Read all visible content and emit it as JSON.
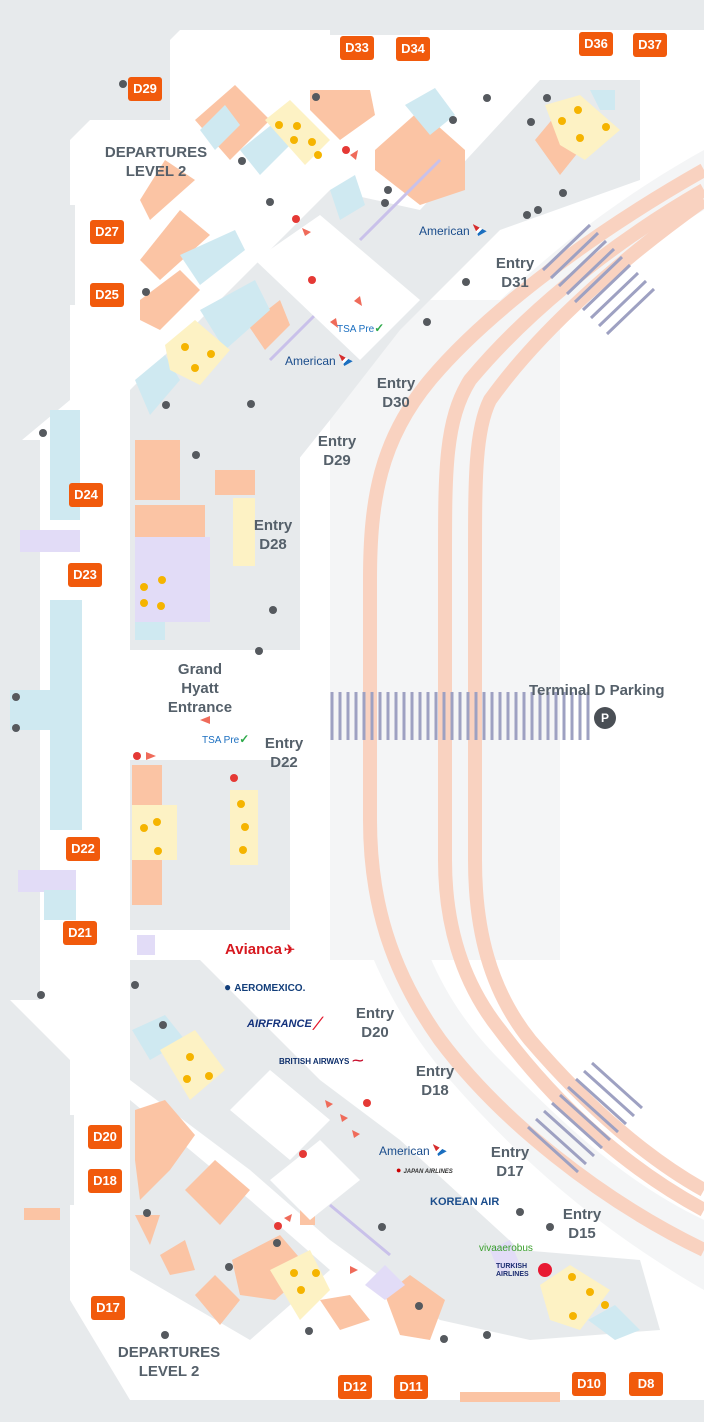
{
  "departures": {
    "line1": "DEPARTURES",
    "line2": "LEVEL 2"
  },
  "gates": [
    "D33",
    "D34",
    "D36",
    "D37",
    "D29",
    "D27",
    "D25",
    "D24",
    "D23",
    "D22",
    "D21",
    "D20",
    "D18",
    "D17",
    "D12",
    "D11",
    "D10",
    "D8"
  ],
  "entries": [
    {
      "line1": "Entry",
      "line2": "D31"
    },
    {
      "line1": "Entry",
      "line2": "D30"
    },
    {
      "line1": "Entry",
      "line2": "D29"
    },
    {
      "line1": "Entry",
      "line2": "D28"
    },
    {
      "line1": "Entry",
      "line2": "D22"
    },
    {
      "line1": "Entry",
      "line2": "D20"
    },
    {
      "line1": "Entry",
      "line2": "D18"
    },
    {
      "line1": "Entry",
      "line2": "D17"
    },
    {
      "line1": "Entry",
      "line2": "D15"
    }
  ],
  "grand_hyatt": {
    "line1": "Grand",
    "line2": "Hyatt",
    "line3": "Entrance"
  },
  "parking": {
    "label": "Terminal D Parking",
    "icon": "P"
  },
  "tsa_precheck": "TSA Pre",
  "airlines": {
    "american": "American",
    "avianca": "Avianca",
    "aeromexico": "AEROMEXICO.",
    "airfrance": "AIRFRANCE",
    "british": "BRITISH AIRWAYS",
    "jal": "JAPAN AIRLINES",
    "korean": "KOREAN AIR",
    "viva": "vivaaerobus",
    "turkish_line1": "TURKISH",
    "turkish_line2": "AIRLINES"
  },
  "colors": {
    "gate": "#f15a0c",
    "shop": "#fbc4a4",
    "dining": "#fdf2c4",
    "lounge": "#cfe9f1",
    "service": "#e2dcf7",
    "road": "#f9d2c0",
    "building": "#e7eaec",
    "tsa_dot": "#e53935",
    "amenity": "#f5b400"
  }
}
